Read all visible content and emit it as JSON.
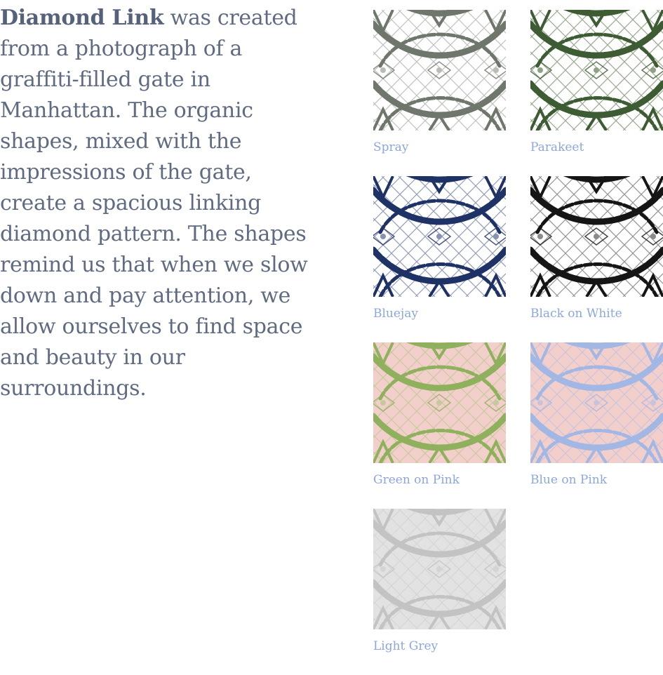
{
  "description": {
    "product_name": "Diamond Link",
    "text": " was created from a photograph of a graffiti-filled gate in Manhattan. The organic shapes, mixed with the impressions of the gate, create a spacious linking diamond pattern. The shapes remind us that when we slow down and pay attention, we allow ourselves to find space and beauty in our surroundings."
  },
  "colorways": [
    {
      "label": "Spray",
      "background": "#ffffff",
      "primary": "#6f776c",
      "secondary": "#b9bdb6"
    },
    {
      "label": "Parakeet",
      "background": "#ffffff",
      "primary": "#3e5c34",
      "secondary": "#8ea184"
    },
    {
      "label": "Bluejay",
      "background": "#ffffff",
      "primary": "#1f3266",
      "secondary": "#8893b3"
    },
    {
      "label": "Black on White",
      "background": "#ffffff",
      "primary": "#151515",
      "secondary": "#8a8a8a"
    },
    {
      "label": "Green on Pink",
      "background": "#f3cfcb",
      "primary": "#8fb05c",
      "secondary": "#c5c99b"
    },
    {
      "label": "Blue on Pink",
      "background": "#f3cfcb",
      "primary": "#a2b7e3",
      "secondary": "#c8c3dc"
    },
    {
      "label": "Light Grey",
      "background": "#e2e2e2",
      "primary": "#c3c3c3",
      "secondary": "#d4d4d4"
    }
  ]
}
